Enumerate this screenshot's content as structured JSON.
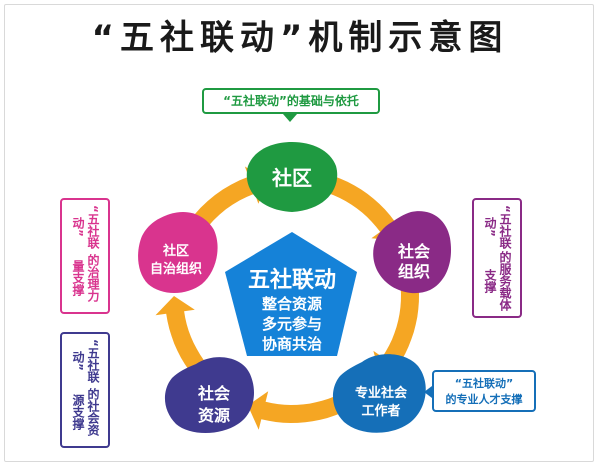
{
  "title": "“五社联动”机制示意图",
  "center": {
    "title": "五社联动",
    "lines": [
      "整合资源",
      "多元参与",
      "协商共治"
    ]
  },
  "nodes": {
    "shequ": {
      "text": "社区",
      "color": "#1f9a41"
    },
    "shehui_zuzhi": {
      "lines": [
        "社会",
        "组织"
      ],
      "color": "#8a2a86"
    },
    "zhuanye": {
      "lines": [
        "专业社会",
        "工作者"
      ],
      "color": "#156fb8"
    },
    "shehui_ziyuan": {
      "lines": [
        "社会",
        "资源"
      ],
      "color": "#3f3a8f"
    },
    "shequ_zizhi": {
      "lines": [
        "社区",
        "自治组织"
      ],
      "color": "#d9348e"
    }
  },
  "callouts": {
    "top": {
      "text": "“五社联动”的基础与依托",
      "color": "#1f9a41"
    },
    "right": {
      "lines": [
        "“五社联动”",
        "的服务载体支撑"
      ],
      "color": "#8a2a86"
    },
    "bottom_right": {
      "lines": [
        "“五社联动”",
        "的专业人才支撑"
      ],
      "color": "#156fb8"
    },
    "left_top": {
      "lines": [
        "“五社联动”",
        "的治理力量支撑"
      ],
      "color": "#d9348e"
    },
    "left_bottom": {
      "lines": [
        "“五社联动”",
        "的社会资源支撑"
      ],
      "color": "#3f3a8f"
    }
  },
  "colors": {
    "arrow": "#f5a623",
    "center": "#1582d8"
  }
}
